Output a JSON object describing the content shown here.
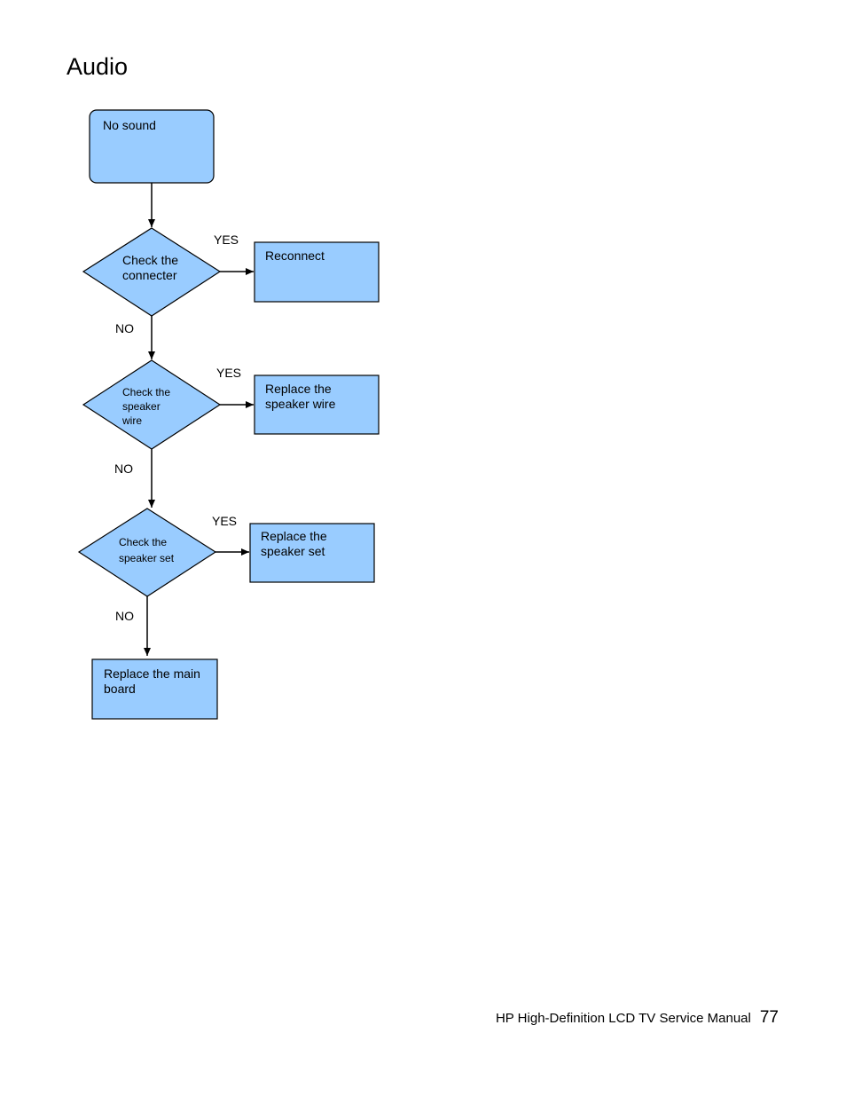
{
  "page": {
    "title": "Audio",
    "footer": {
      "manual_title": "HP High-Definition LCD TV Service Manual",
      "page_number": "77"
    }
  },
  "flowchart": {
    "start": "No sound",
    "decisions": [
      {
        "line1": "Check the",
        "line2": "connecter",
        "line3": ""
      },
      {
        "line1": "Check the",
        "line2": "speaker",
        "line3": "wire"
      },
      {
        "line1": "Check the",
        "line2": "speaker set",
        "line3": ""
      }
    ],
    "actions": [
      {
        "line1": "Reconnect",
        "line2": ""
      },
      {
        "line1": "Replace the",
        "line2": "speaker wire"
      },
      {
        "line1": "Replace the",
        "line2": "speaker set"
      }
    ],
    "final": {
      "line1": "Replace the main",
      "line2": "board"
    },
    "yes_label": "YES",
    "no_label": "NO",
    "colors": {
      "fill": "#99ccff",
      "stroke": "#000000"
    }
  }
}
